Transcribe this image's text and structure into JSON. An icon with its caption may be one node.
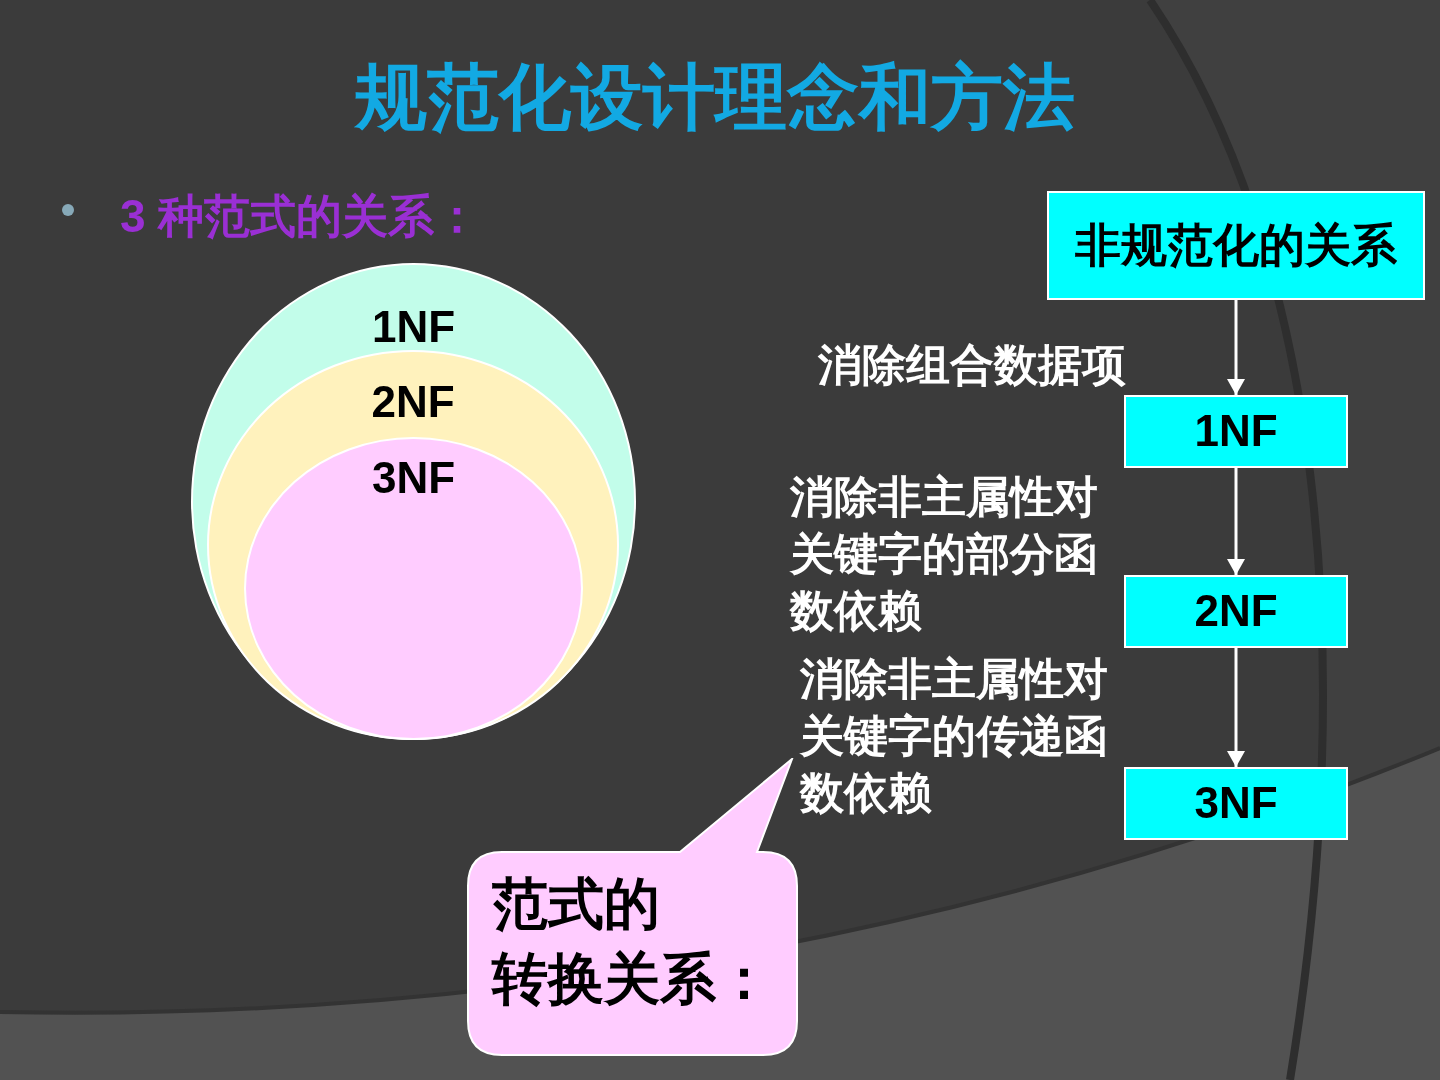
{
  "diagram": {
    "title": "规范化设计理念和方法",
    "nodes": [
      {
        "text": [
          "1NF"
        ]
      },
      {
        "text": [
          "2NF"
        ],
        "in": 0
      },
      {
        "text": [
          "3NF"
        ],
        "in": 1
      },
      {
        "text": [
          "非规范化的关系"
        ]
      },
      {
        "text": [
          "1NF"
        ]
      },
      {
        "text": [
          "2NF"
        ]
      },
      {
        "text": [
          "3NF"
        ]
      },
      {
        "text": [
          "范式的",
          "转换关系："
        ]
      }
    ],
    "edges": [
      {
        "from": 3,
        "to": 4,
        "arrow": "to",
        "label": "消除组合数据项"
      },
      {
        "from": 4,
        "to": 5,
        "arrow": "to",
        "label": "消除非主属性对关键字的部分函数依赖"
      },
      {
        "from": 5,
        "to": 6,
        "arrow": "to",
        "label": "消除非主属性对关键字的传递函数依赖"
      }
    ],
    "labels": [
      "3 种范式的关系："
    ]
  }
}
